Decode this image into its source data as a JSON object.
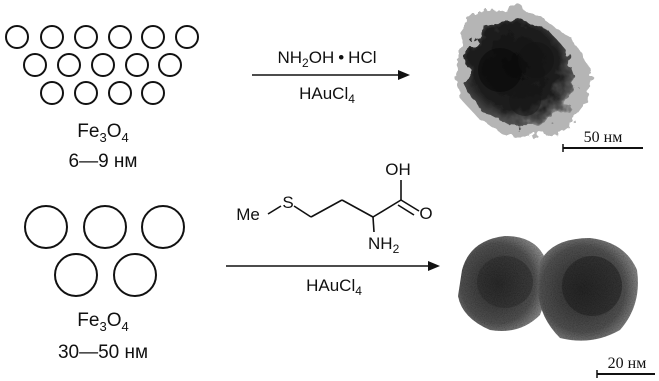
{
  "top": {
    "material": {
      "pre": "Fe",
      "sub1": "3",
      "mid": "O",
      "sub2": "4"
    },
    "size_label": "6—9 нм",
    "reagent_above": {
      "p1": "NH",
      "sub": "2",
      "p2": "OH",
      "dot": "•",
      "p3": "HCl"
    },
    "reagent_below": {
      "pre": "HAuCl",
      "sub": "4"
    },
    "scalebar_label": "50 нм"
  },
  "bottom": {
    "material": {
      "pre": "Fe",
      "sub1": "3",
      "mid": "O",
      "sub2": "4"
    },
    "size_label": "30—50 нм",
    "molecule": {
      "me": "Me",
      "s": "S",
      "oh": "OH",
      "o": "O",
      "nh": "NH",
      "nh_sub": "2"
    },
    "reagent_below": {
      "pre": "HAuCl",
      "sub": "4"
    },
    "scalebar_label": "20 нм"
  },
  "colors": {
    "ink": "#111111",
    "particle": "#1a1a1a"
  }
}
